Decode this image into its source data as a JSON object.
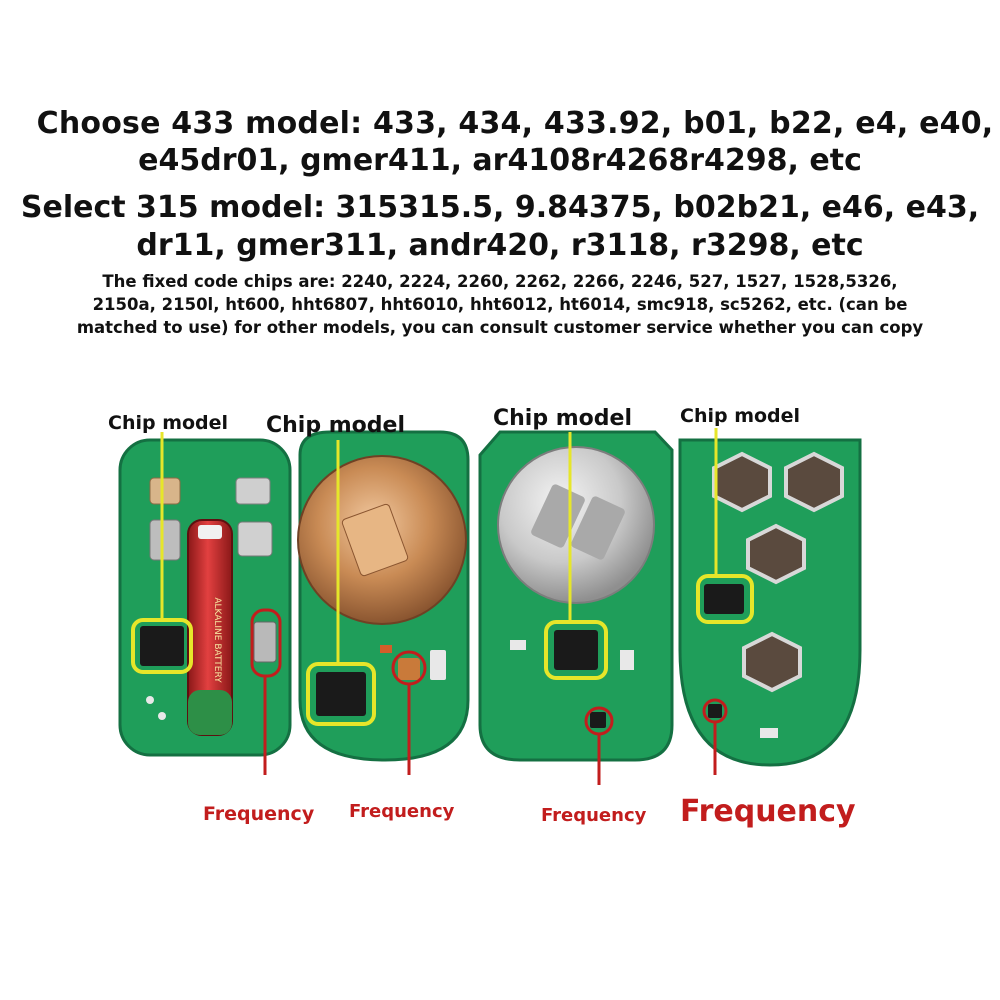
{
  "heading": {
    "line1": "Choose 433 model: 433, 434, 433.92, b01, b22, e4, e40,",
    "line2": "e45dr01, gmer411, ar4108r4268r4298, etc",
    "line3": "Select 315 model: 315315.5, 9.84375, b02b21, e46, e43,",
    "line4": "dr11, gmer311, andr420, r3118, r3298, etc"
  },
  "subtext": {
    "line1": "The fixed code chips are: 2240, 2224, 2260, 2262, 2266, 2246, 527, 1527, 1528,5326,",
    "line2": "2150a, 2150l, ht600, hht6807, hht6010, hht6012, ht6014, smc918, sc5262, etc. (can be",
    "line3": "matched to use) for other models, you can consult customer service whether you can copy"
  },
  "boards": [
    {
      "chip_label": "Chip model",
      "freq_label": "Frequency"
    },
    {
      "chip_label": "Chip model",
      "freq_label": "Frequency"
    },
    {
      "chip_label": "Chip model",
      "freq_label": "Frequency"
    },
    {
      "chip_label": "Chip model",
      "freq_label": "Frequency"
    }
  ],
  "colors": {
    "pcb_green": "#1f9e5a",
    "chip_marker": "#e6e62a",
    "freq_marker": "#c21d1d"
  },
  "battery_text": "ALKALINE BATTERY"
}
